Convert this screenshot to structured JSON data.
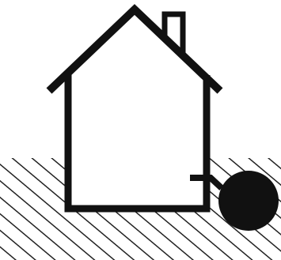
{
  "diagram": {
    "colors": {
      "background": "#ffffff",
      "stroke": "#111111",
      "tank_fill": "#111111",
      "hatch": "#222222"
    },
    "elements": {
      "house": "house-outline",
      "chimney": "chimney",
      "ground": "hatched-ground",
      "pipe": "drain-pipe",
      "tank": "underground-tank"
    }
  }
}
